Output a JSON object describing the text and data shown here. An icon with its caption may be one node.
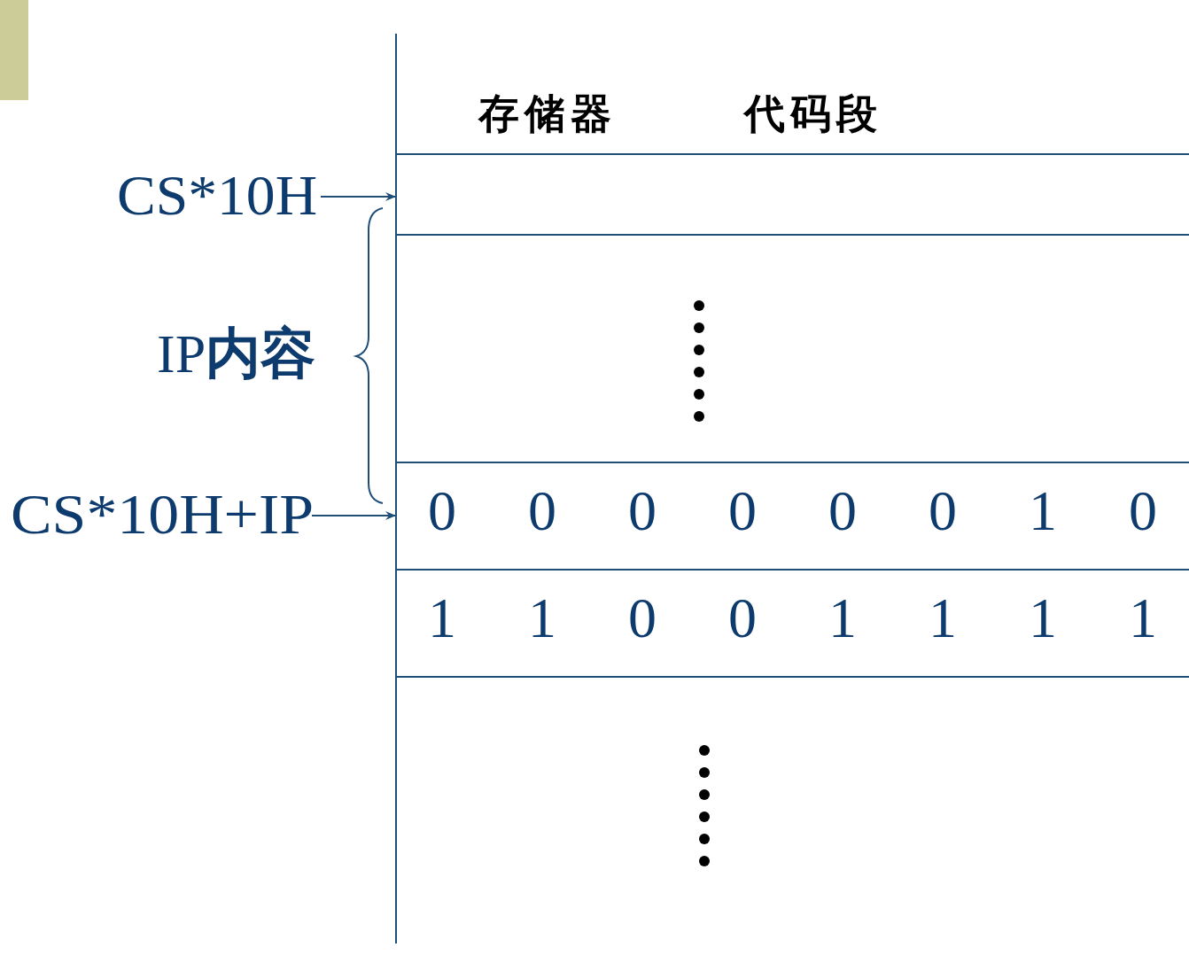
{
  "diagram": {
    "nodes": [
      {
        "text": [
          "CS*10H"
        ]
      },
      {
        "text": [],
        "shape": "box"
      },
      {
        "text": [],
        "shape": "box"
      },
      {
        "text": [
          "CS*10H+IP"
        ]
      },
      {
        "text": [
          "0",
          "0",
          "0",
          "0",
          "0",
          "0",
          "1",
          "0"
        ]
      },
      {
        "text": [
          "1",
          "1",
          "0",
          "0",
          "1",
          "1",
          "1",
          "1"
        ]
      },
      {
        "text": [],
        "shape": "box"
      }
    ],
    "edges": [
      {
        "from": 0,
        "to": 1,
        "arrow": "to"
      },
      {
        "from": 3,
        "to": 4,
        "arrow": "to"
      }
    ],
    "labels": [
      "存储器",
      "代码段",
      "IP**内容**"
    ]
  }
}
